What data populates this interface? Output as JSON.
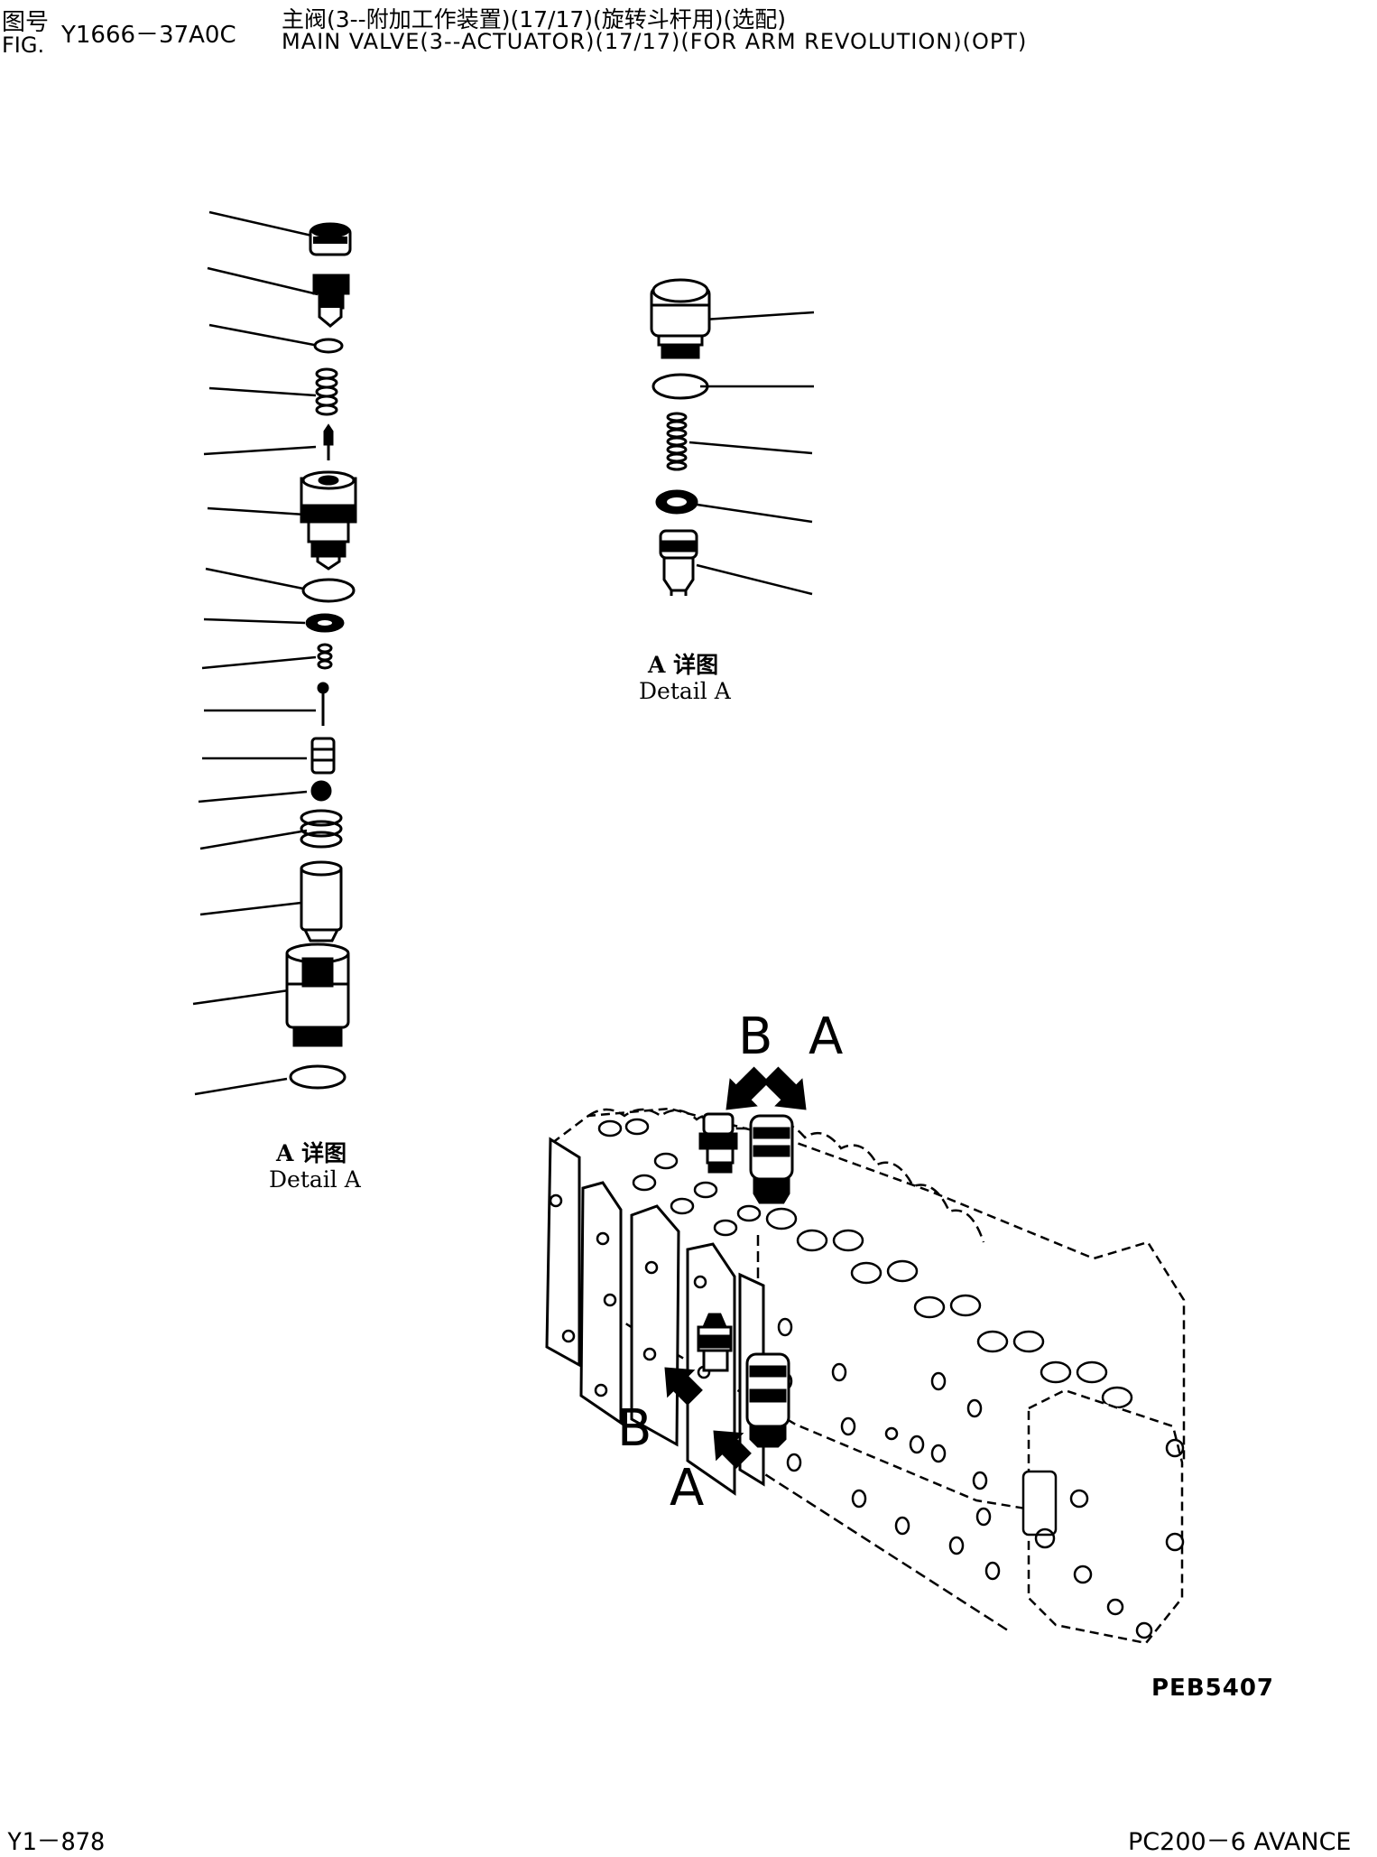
{
  "header": {
    "fig_label_cn": "图号",
    "fig_label_en": "FIG.",
    "fig_number": "Y1666－37A0C",
    "title_cn": "主阀(3‑‑附加工作装置)(17/17)(旋转斗杆用)(选配)",
    "title_en": "MAIN VALVE(3‑‑ACTUATOR)(17/17)(FOR ARM REVOLUTION)(OPT)"
  },
  "detail_left": {
    "caption_cn": "A 详图",
    "caption_en": "Detail A"
  },
  "detail_right": {
    "caption_cn": "A 详图",
    "caption_en": "Detail A"
  },
  "assembly": {
    "arrow_labels": {
      "b_top": "B",
      "a_top": "A",
      "b_bottom": "B",
      "a_bottom": "A"
    }
  },
  "drawing_code": "PEB5407",
  "footer": {
    "page": "Y1－878",
    "model": "PC200－6 AVANCE"
  }
}
